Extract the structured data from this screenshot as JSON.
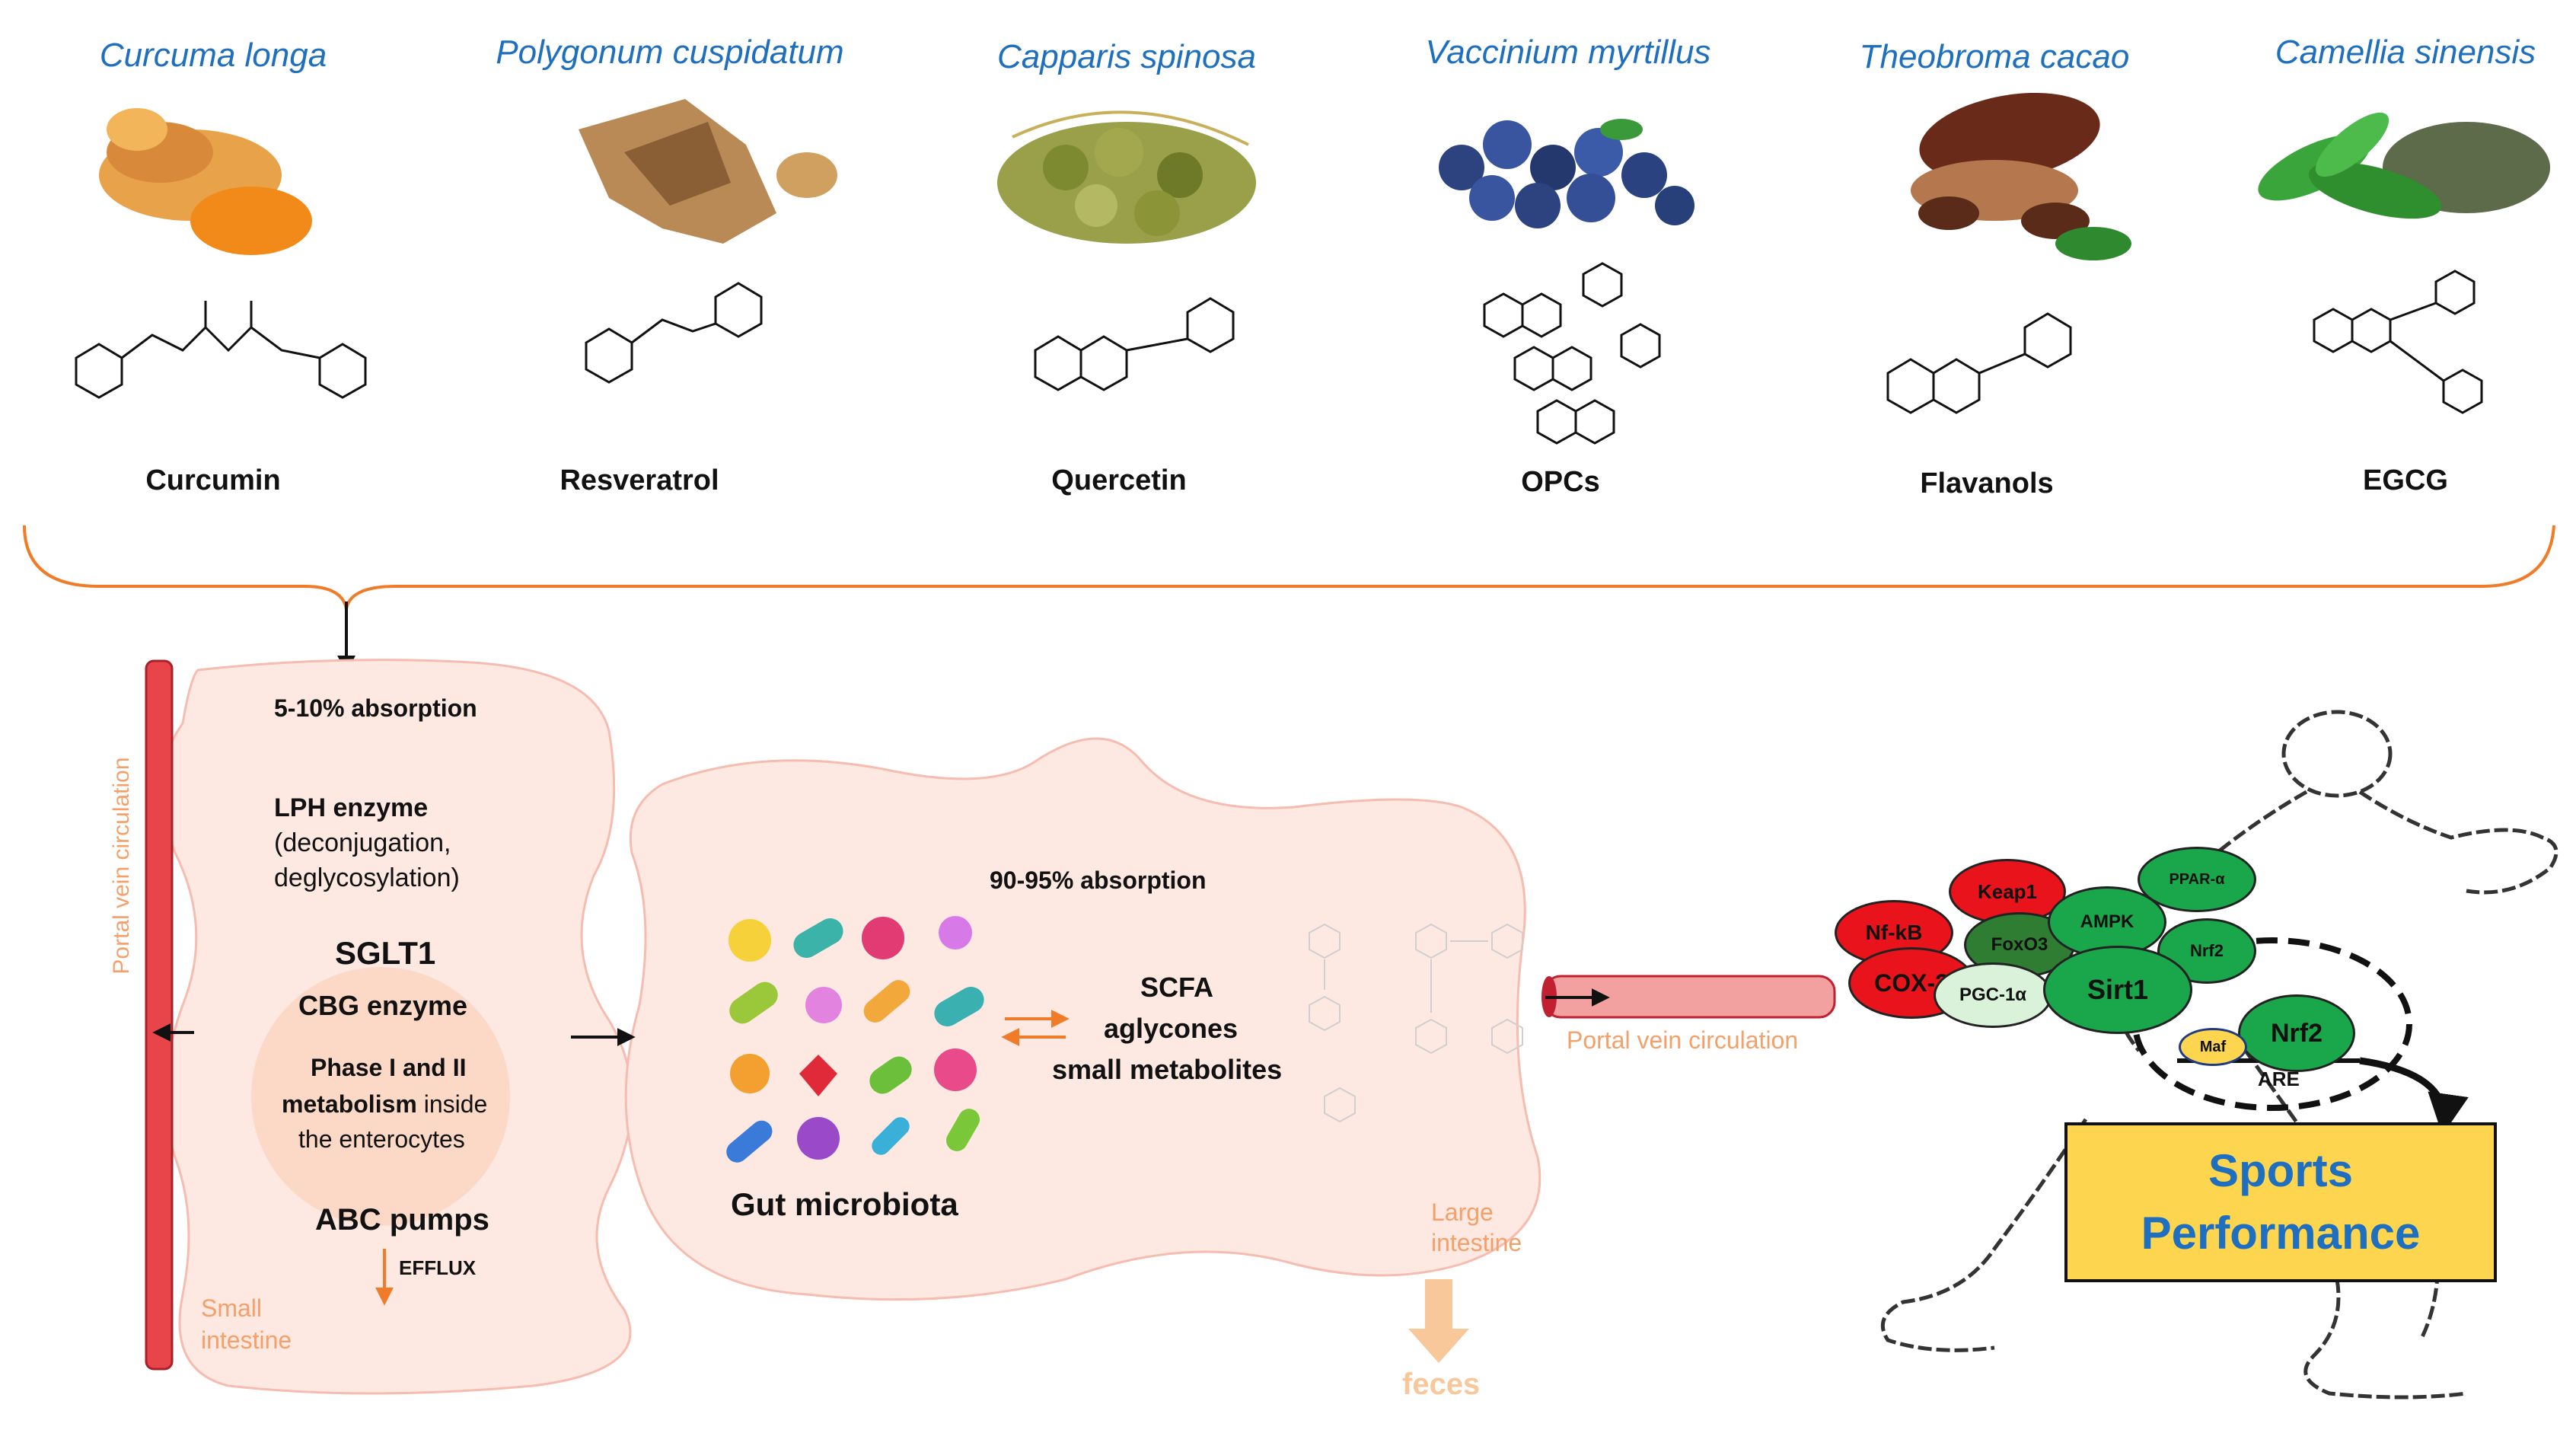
{
  "plants": [
    {
      "species": "Curcuma longa",
      "compound": "Curcumin"
    },
    {
      "species": "Polygonum cuspidatum",
      "compound": "Resveratrol"
    },
    {
      "species": "Capparis spinosa",
      "compound": "Quercetin"
    },
    {
      "species": "Vaccinium myrtillus",
      "compound": "OPCs"
    },
    {
      "species": "Theobroma cacao",
      "compound": "Flavanols"
    },
    {
      "species": "Camellia sinensis",
      "compound": "EGCG"
    }
  ],
  "small_intestine": {
    "absorption": "5-10% absorption",
    "lph_title": "LPH enzyme",
    "lph_line1": "(deconjugation,",
    "lph_line2": "deglycosylation)",
    "sglt1": "SGLT1",
    "cbg": "CBG enzyme",
    "phase_line1": "Phase I and II",
    "phase_bold": "metabolism",
    "phase_rest": " inside",
    "phase_line3": "the enterocytes",
    "abc": "ABC pumps",
    "efflux": "EFFLUX",
    "label_line1": "Small",
    "label_line2": "intestine",
    "portal_vein": "Portal vein circulation"
  },
  "large_intestine": {
    "absorption": "90-95% absorption",
    "scfa": "SCFA",
    "aglycones": "aglycones",
    "small_metabolites": "small metabolites",
    "gut_microbiota": "Gut microbiota",
    "label_line1": "Large",
    "label_line2": "intestine",
    "feces": "feces",
    "portal_vein": "Portal vein circulation"
  },
  "signaling": {
    "nodes": {
      "nfkb": "Nf-kB",
      "keap1": "Keap1",
      "foxo3": "FoxO3",
      "ampk": "AMPK",
      "ppara": "PPAR-α",
      "nrf2_small": "Nrf2",
      "cox2": "COX-2",
      "pgc1a": "PGC-1α",
      "sirt1": "Sirt1",
      "maf": "Maf",
      "nrf2": "Nrf2",
      "are": "ARE"
    },
    "outcome_line1": "Sports",
    "outcome_line2": "Performance"
  },
  "colors": {
    "species_blue": "#1f6fbf",
    "orange": "#f07c2a",
    "intestine_fill": "#fde8e2",
    "red_node": "#e8131b",
    "green_node": "#1aa64a",
    "dark_green_node": "#2e7d32",
    "pale_green_node": "#d9f2d9",
    "outcome_fill": "#fdd54f",
    "outcome_text": "#1e6fc0"
  }
}
